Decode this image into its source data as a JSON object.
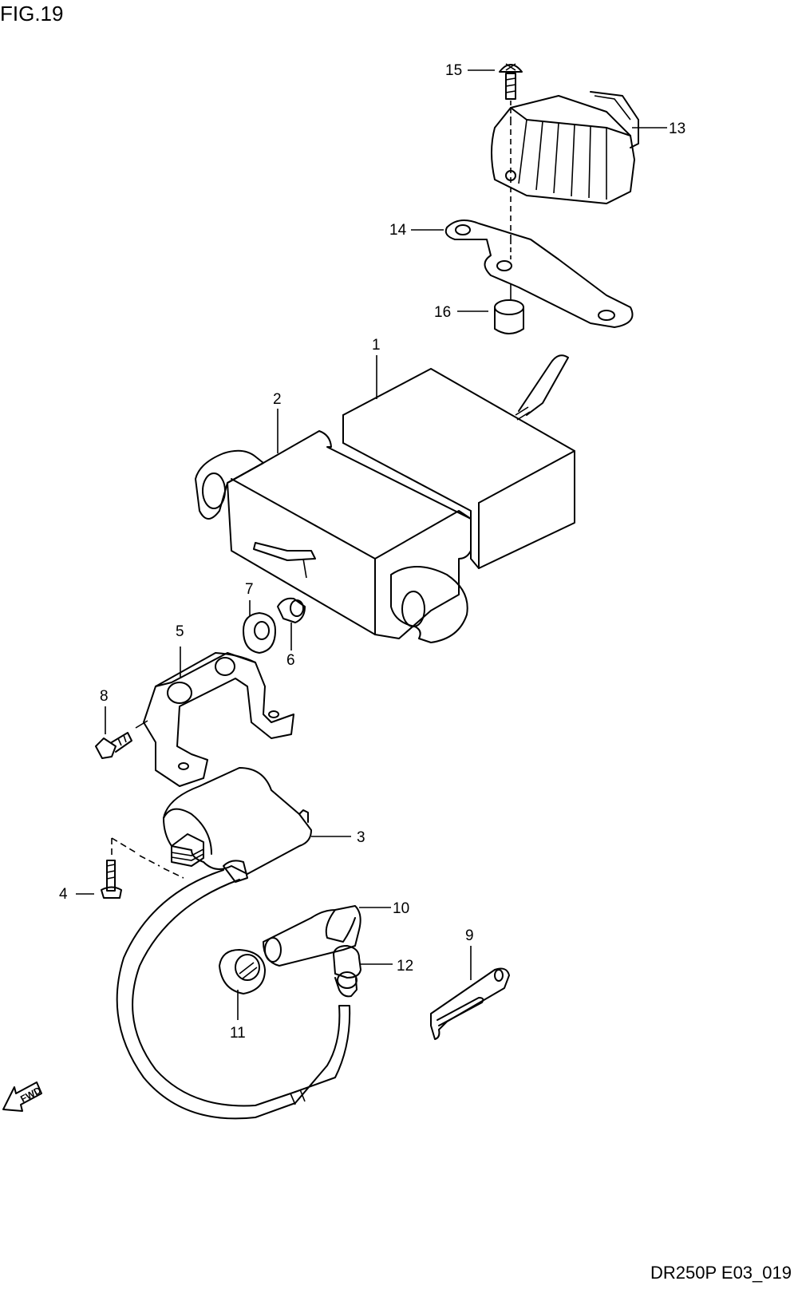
{
  "figure": {
    "title": "FIG.19",
    "code": "DR250P E03_019"
  },
  "fwd_label": "FWD",
  "callouts": {
    "c1": "1",
    "c2": "2",
    "c3": "3",
    "c4": "4",
    "c5": "5",
    "c6": "6",
    "c7": "7",
    "c8": "8",
    "c9": "9",
    "c10": "10",
    "c11": "11",
    "c12": "12",
    "c13": "13",
    "c14": "14",
    "c15": "15",
    "c16": "16"
  }
}
